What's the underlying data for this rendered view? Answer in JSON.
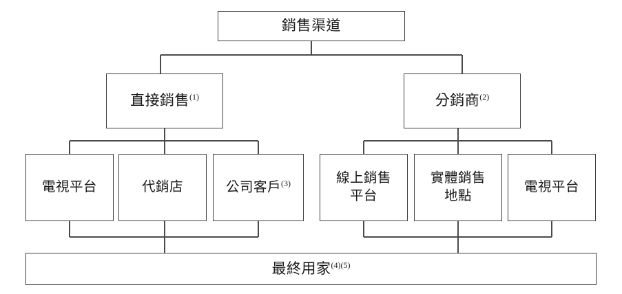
{
  "diagram": {
    "type": "hierarchy-tree",
    "title_node": "銷售渠道",
    "line_color": "#4a4a4a",
    "box_border_color": "#3c3c42",
    "background_color": "#ffffff",
    "levels": [
      {
        "level": 1,
        "nodes": [
          {
            "id": "sales-channels",
            "label": "銷售渠道",
            "footnotes": ""
          }
        ]
      },
      {
        "level": 2,
        "nodes": [
          {
            "id": "direct-sales",
            "label": "直接銷售",
            "footnotes": "(1)"
          },
          {
            "id": "distributors",
            "label": "分銷商",
            "footnotes": "(2)"
          }
        ]
      },
      {
        "level": 3,
        "nodes": [
          {
            "id": "tv-platform-direct",
            "label": "電視平台",
            "footnotes": "",
            "parent": "direct-sales"
          },
          {
            "id": "consignment-store",
            "label": "代銷店",
            "footnotes": "",
            "parent": "direct-sales"
          },
          {
            "id": "corporate-customers",
            "label": "公司客戶",
            "footnotes": "(3)",
            "parent": "direct-sales"
          },
          {
            "id": "online-sales-platform",
            "label": "線上銷售\n平台",
            "footnotes": "",
            "parent": "distributors"
          },
          {
            "id": "physical-sales-locations",
            "label": "實體銷售\n地點",
            "footnotes": "",
            "parent": "distributors"
          },
          {
            "id": "tv-platform-distributor",
            "label": "電視平台",
            "footnotes": "",
            "parent": "distributors"
          }
        ]
      },
      {
        "level": 4,
        "nodes": [
          {
            "id": "end-users",
            "label": "最終用家",
            "footnotes": "(4)(5)"
          }
        ]
      }
    ]
  },
  "nodes": {
    "sales_channels": {
      "label": "銷售渠道",
      "footnotes": ""
    },
    "direct_sales": {
      "label": "直接銷售",
      "footnotes": "(1)"
    },
    "distributors": {
      "label": "分銷商",
      "footnotes": "(2)"
    },
    "tv_platform_direct": {
      "label": "電視平台",
      "footnotes": ""
    },
    "consignment_store": {
      "label": "代銷店",
      "footnotes": ""
    },
    "corporate_customers": {
      "label": "公司客戶",
      "footnotes": "(3)"
    },
    "online_sales_platform": {
      "label": "線上銷售\n平台",
      "footnotes": ""
    },
    "physical_sales_locations": {
      "label": "實體銷售\n地點",
      "footnotes": ""
    },
    "tv_platform_distributor": {
      "label": "電視平台",
      "footnotes": ""
    },
    "end_users": {
      "label": "最終用家",
      "footnotes": "(4)(5)"
    }
  }
}
